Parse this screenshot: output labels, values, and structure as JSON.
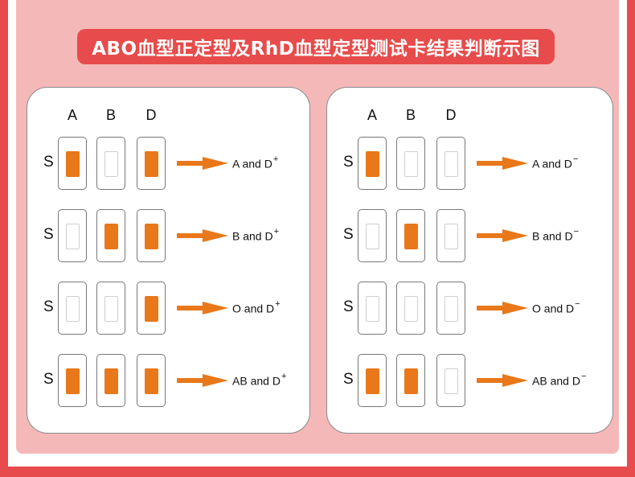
{
  "title": "ABO血型正定型及RhD血型定型测试卡结果判断示图",
  "colors": {
    "border_red": "#e84b4b",
    "panel_pink": "#f5b8b8",
    "positive_orange": "#e8781a",
    "card_white": "#ffffff"
  },
  "columns": [
    "A",
    "B",
    "D"
  ],
  "row_label": "S",
  "panels": [
    {
      "name": "rh-positive",
      "rows": [
        {
          "wells": [
            "positive",
            "negative",
            "positive"
          ],
          "result": "A and D",
          "sign": "+"
        },
        {
          "wells": [
            "negative",
            "positive",
            "positive"
          ],
          "result": "B and D",
          "sign": "+"
        },
        {
          "wells": [
            "negative",
            "negative",
            "positive"
          ],
          "result": "O and D",
          "sign": "+"
        },
        {
          "wells": [
            "positive",
            "positive",
            "positive"
          ],
          "result": "AB and D",
          "sign": "+"
        }
      ]
    },
    {
      "name": "rh-negative",
      "rows": [
        {
          "wells": [
            "positive",
            "negative",
            "negative"
          ],
          "result": "A and D",
          "sign": "−"
        },
        {
          "wells": [
            "negative",
            "positive",
            "negative"
          ],
          "result": "B and D",
          "sign": "−"
        },
        {
          "wells": [
            "negative",
            "negative",
            "negative"
          ],
          "result": "O and D",
          "sign": "−"
        },
        {
          "wells": [
            "positive",
            "positive",
            "negative"
          ],
          "result": "AB and D",
          "sign": "−"
        }
      ]
    }
  ]
}
